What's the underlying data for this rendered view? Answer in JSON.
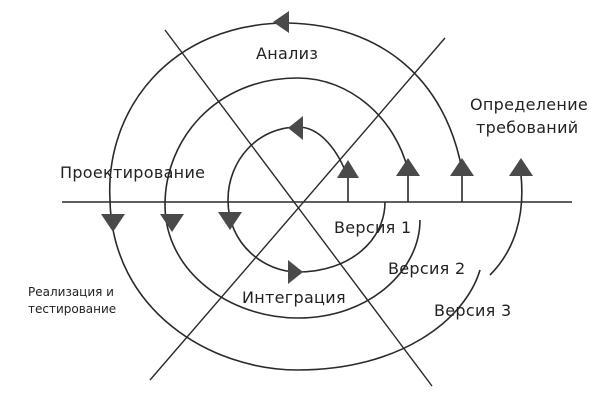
{
  "diagram": {
    "phases": {
      "analysis": "Анализ",
      "requirements_line1": "Определение",
      "requirements_line2": "требований",
      "design": "Проектирование",
      "implementation_line1": "Реализация и",
      "implementation_line2": "тестирование",
      "integration": "Интеграция"
    },
    "versions": [
      "Версия 1",
      "Версия 2",
      "Версия 3"
    ]
  },
  "colors": {
    "line": "#2a2a2a",
    "arrow_fill": "#4a4a4a",
    "text": "#222222"
  }
}
